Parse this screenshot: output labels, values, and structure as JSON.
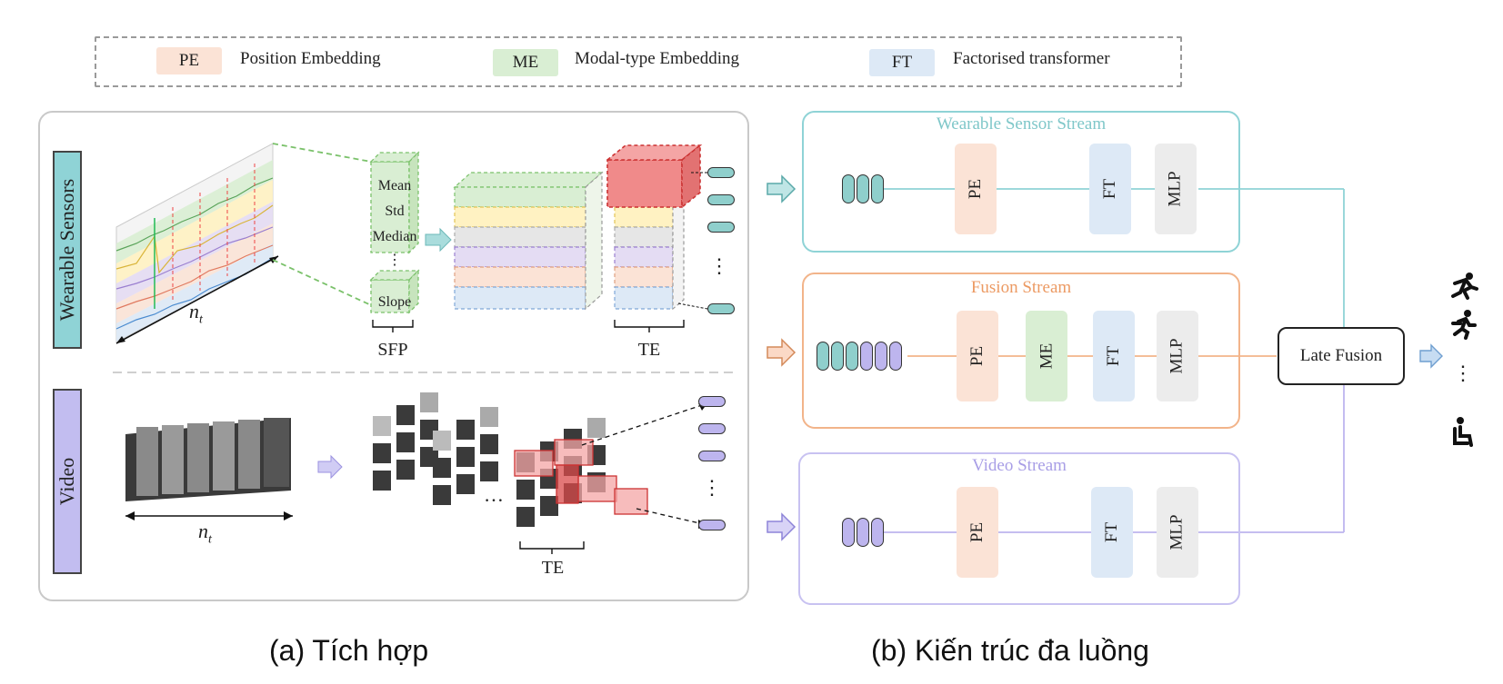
{
  "legend": {
    "items": [
      {
        "abbr": "PE",
        "label": "Position Embedding",
        "color": "#fbe3d6"
      },
      {
        "abbr": "ME",
        "label": "Modal-type Embedding",
        "color": "#d9eed3"
      },
      {
        "abbr": "FT",
        "label": "Factorised transformer",
        "color": "#dde9f6"
      }
    ]
  },
  "left_panel": {
    "sensor_label": "Wearable Sensors",
    "video_label": "Video",
    "nt_label": "n",
    "nt_sub": "t",
    "features": [
      "Mean",
      "Std",
      "Median",
      "⋮",
      "Slope"
    ],
    "sfp_label": "SFP",
    "te_label": "TE",
    "te_label_video": "TE",
    "ellipsis": "⋮",
    "ellipsis_h": "…"
  },
  "streams": {
    "sensor": {
      "title": "Wearable Sensor Stream",
      "color": "#8fd3d6",
      "blocks": [
        "PE",
        "FT",
        "MLP"
      ]
    },
    "fusion": {
      "title": "Fusion Stream",
      "color": "#f2b48a",
      "blocks": [
        "PE",
        "ME",
        "FT",
        "MLP"
      ]
    },
    "video": {
      "title": "Video Stream",
      "color": "#bdb5ee",
      "blocks": [
        "PE",
        "FT",
        "MLP"
      ]
    }
  },
  "late_fusion": "Late Fusion",
  "output_ellipsis": "⋮",
  "captions": {
    "a": "(a) Tích hợp",
    "b": "(b) Kiến trúc đa luồng"
  },
  "colors": {
    "pe": "#fbe3d6",
    "me": "#d9eed3",
    "ft": "#dde9f6",
    "mlp": "#ececec",
    "sensor_bar": "#8fd3d6",
    "video_bar": "#c2bdf0",
    "token_sensor": "#8fcfcc",
    "token_video": "#bdb5ee"
  },
  "icons": [
    "falling-person-icon",
    "running-person-icon",
    "sitting-person-icon"
  ]
}
